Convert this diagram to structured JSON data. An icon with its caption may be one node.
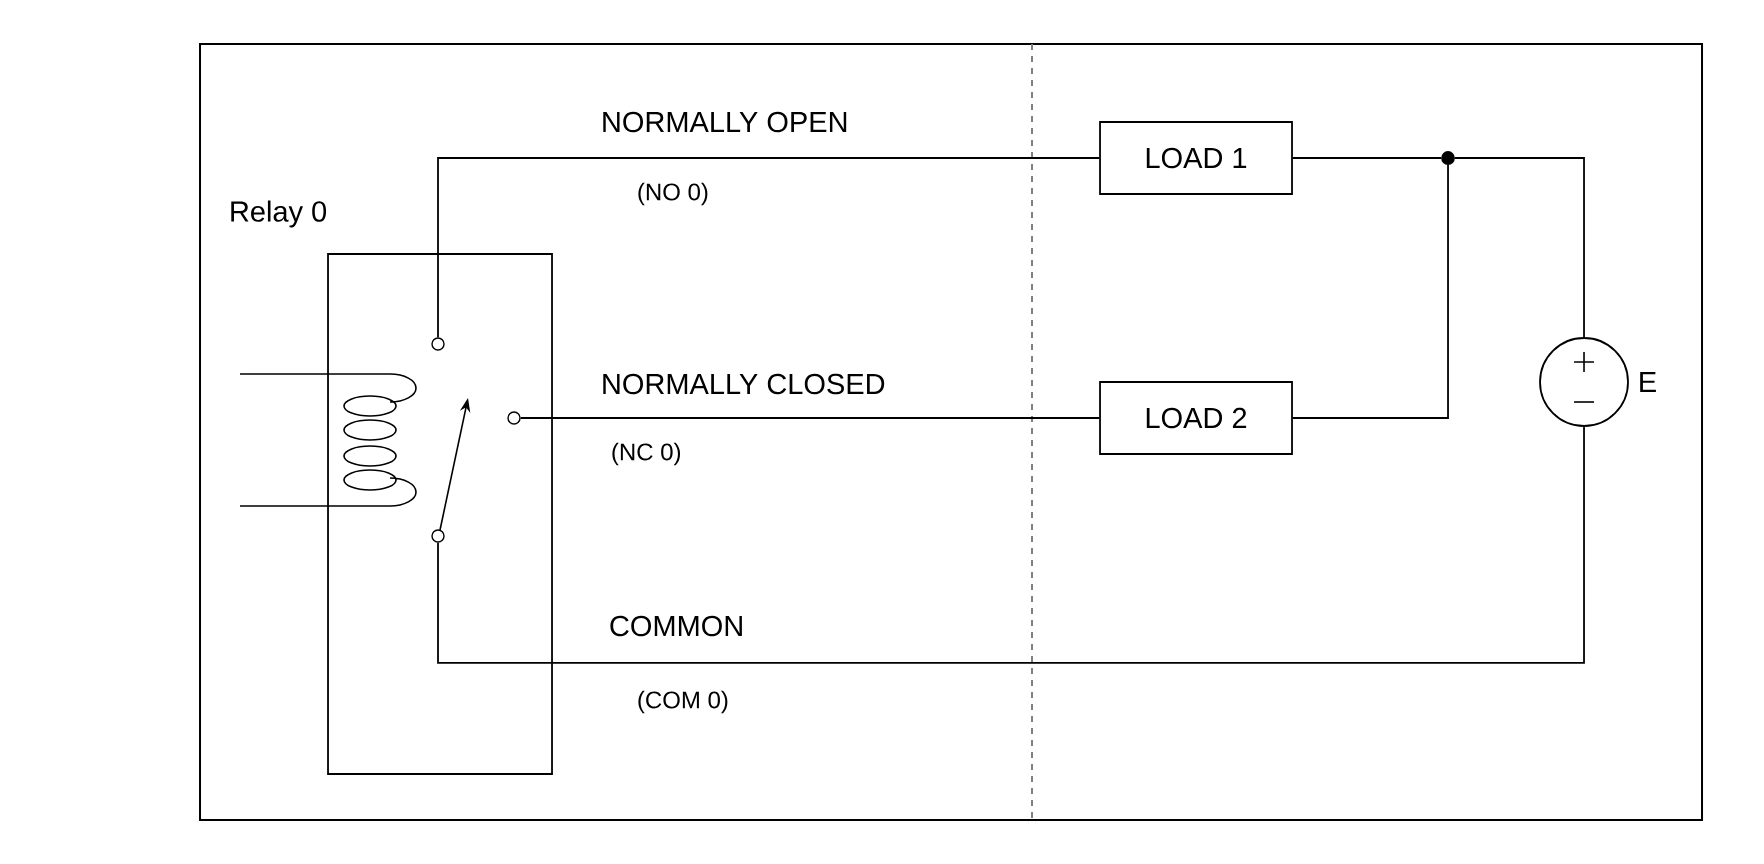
{
  "diagram": {
    "nodes": [
      {
        "text": [
          "Relay 0"
        ]
      },
      {
        "text": [],
        "shape": "circle",
        "in": 0
      },
      {
        "text": [],
        "shape": "circle",
        "in": 0
      },
      {
        "text": [],
        "shape": "circle",
        "in": 0
      },
      {
        "text": [
          "LOAD 1"
        ]
      },
      {
        "text": [
          "LOAD 2"
        ]
      },
      {
        "text": [],
        "shape": "circle"
      },
      {
        "text": [],
        "shape": "circle",
        "beside": [
          "E"
        ]
      }
    ],
    "edges": [
      {
        "from": 1,
        "to": 4,
        "arrow": "none"
      },
      {
        "from": 2,
        "to": 5,
        "arrow": "none"
      },
      {
        "from": 4,
        "to": 6,
        "arrow": "none"
      },
      {
        "from": 5,
        "to": 6,
        "arrow": "none"
      },
      {
        "from": 6,
        "to": 7,
        "arrow": "none"
      },
      {
        "from": 3,
        "to": 7,
        "arrow": "none"
      }
    ],
    "labels": [
      "NORMALLY OPEN",
      "(NO 0)",
      "NORMALLY CLOSED",
      "(NC 0)",
      "COMMON",
      "(COM 0)"
    ]
  }
}
